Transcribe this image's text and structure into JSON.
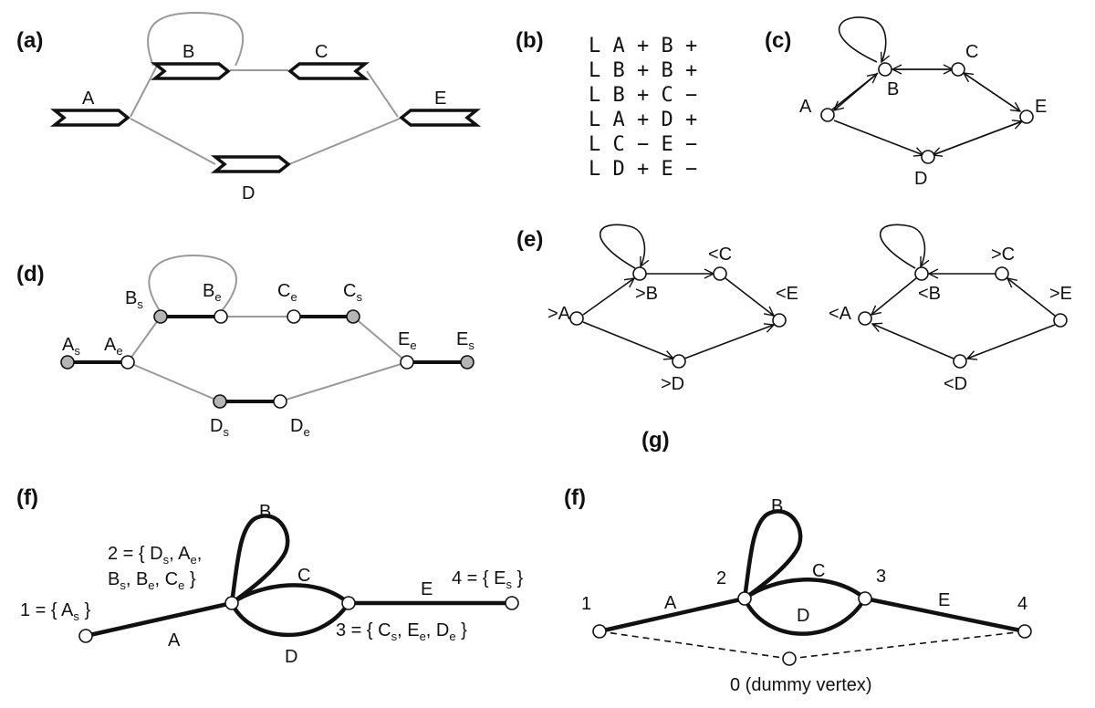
{
  "panels": {
    "a": "(a)",
    "b": "(b)",
    "c": "(c)",
    "d": "(d)",
    "e": "(e)",
    "f1": "(f)",
    "g": "(g)",
    "f2": "(f)"
  },
  "segments": {
    "A": "A",
    "B": "B",
    "C": "C",
    "D": "D",
    "E": "E"
  },
  "gfa_lines": [
    "L A + B +",
    "L B + B +",
    "L B + C −",
    "L A + D +",
    "L C − E −",
    "L D + E −"
  ],
  "oriented": {
    "pA": ">A",
    "pB": ">B",
    "pC": "<C",
    "pD": ">D",
    "pE": "<E",
    "mA": "<A",
    "mB": "<B",
    "mC": ">C",
    "mD": "<D",
    "mE": ">E"
  },
  "subs": {
    "s": "s",
    "e": "e"
  },
  "vertex_sets": {
    "v1_pre": "1 = { A",
    "v1_post": " }",
    "v2_line1_pre": "2 = { D",
    "v2_line1_mid": ", A",
    "v2_line1_post": ",",
    "v2_line2_pre": "B",
    "v2_line2_mid1": ", B",
    "v2_line2_mid2": ", C",
    "v2_line2_post": " }",
    "v3_pre": "3 = { C",
    "v3_mid1": ", E",
    "v3_mid2": ", D",
    "v3_post": " }",
    "v4_pre": "4 = { E",
    "v4_post": " }"
  },
  "vertex_numbers": {
    "v0": "0 (dummy vertex)",
    "v1": "1",
    "v2": "2",
    "v3": "3",
    "v4": "4"
  },
  "colors": {
    "line": "#111111",
    "thin": "#999999",
    "shaded": "#b5b5b5",
    "white": "#ffffff"
  }
}
